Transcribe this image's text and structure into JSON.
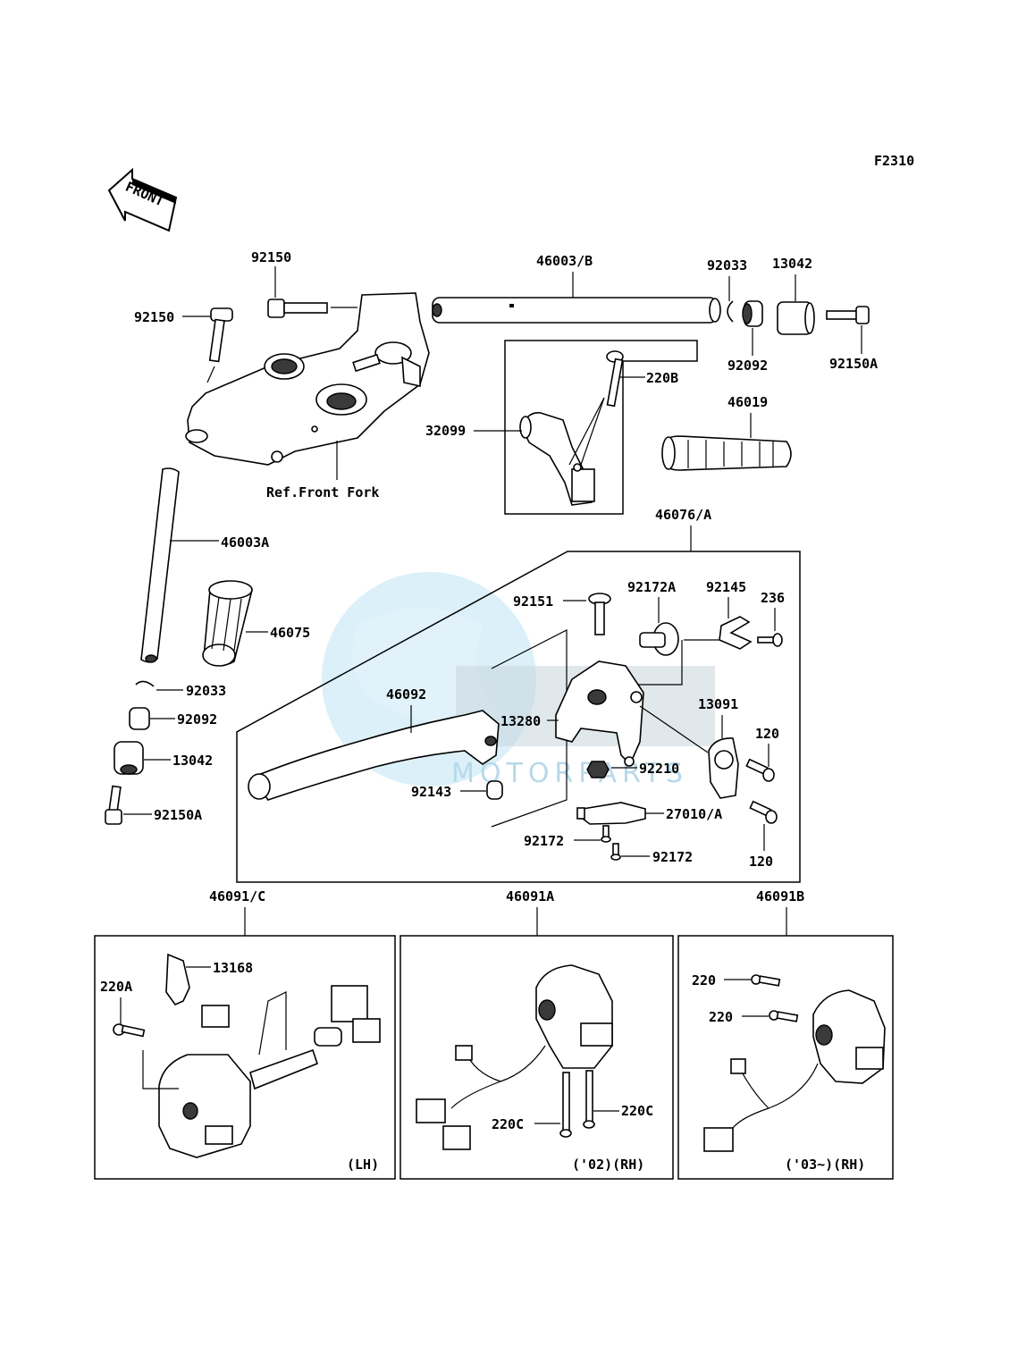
{
  "figure_code": "F2310",
  "front_marker": "FRONT",
  "reference_note": "Ref.Front Fork",
  "watermark": "MOTORPARTS",
  "labels": {
    "l_92150_top": "92150",
    "l_92150_left": "92150",
    "l_46003b": "46003/B",
    "l_92033_top": "92033",
    "l_13042_top": "13042",
    "l_92092_top": "92092",
    "l_92150a_top": "92150A",
    "l_220b": "220B",
    "l_32099": "32099",
    "l_46019": "46019",
    "l_46003a": "46003A",
    "l_46075": "46075",
    "l_92033_left": "92033",
    "l_92092_left": "92092",
    "l_13042_left": "13042",
    "l_92150a_left": "92150A",
    "l_46076a": "46076/A",
    "l_92151": "92151",
    "l_92172a": "92172A",
    "l_92145": "92145",
    "l_236": "236",
    "l_46092": "46092",
    "l_13280": "13280",
    "l_13091": "13091",
    "l_120_a": "120",
    "l_92210": "92210",
    "l_92143": "92143",
    "l_27010a": "27010/A",
    "l_92172_a": "92172",
    "l_92172_b": "92172",
    "l_120_b": "120",
    "l_46091c": "46091/C",
    "l_46091a": "46091A",
    "l_46091b": "46091B",
    "l_13168": "13168",
    "l_220a": "220A",
    "l_220c_a": "220C",
    "l_220c_b": "220C",
    "l_220_a": "220",
    "l_220_b": "220"
  },
  "box_notes": {
    "lh": "(LH)",
    "rh02": "('02)(RH)",
    "rh03": "('03~)(RH)"
  }
}
